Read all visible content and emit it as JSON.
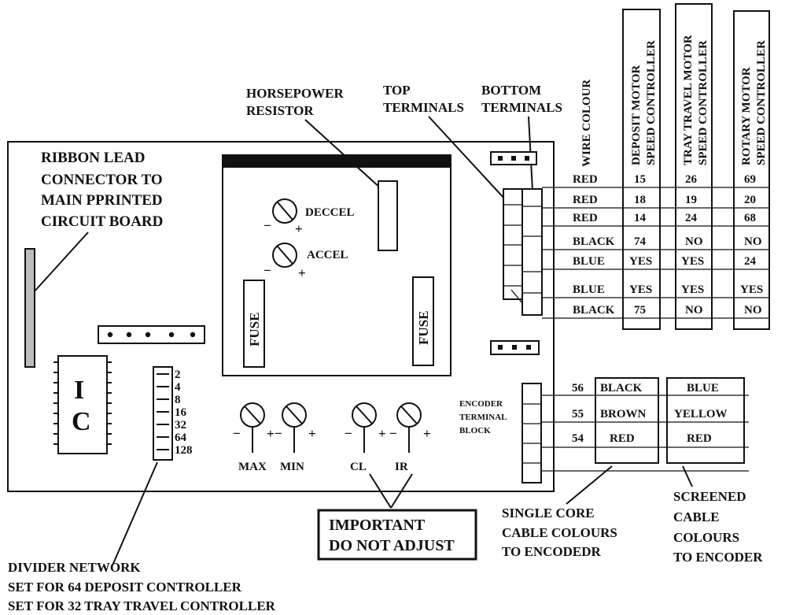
{
  "labels": {
    "ribbon": [
      "RIBBON LEAD",
      "CONNECTOR TO",
      "MAIN PPRINTED",
      "CIRCUIT BOARD"
    ],
    "horsepower": [
      "HORSEPOWER",
      "RESISTOR"
    ],
    "top_terminals": [
      "TOP",
      "TERMINALS"
    ],
    "bottom_terminals": [
      "BOTTOM",
      "TERMINALS"
    ],
    "wire_colour": "WIRE COLOUR",
    "deposit": [
      "DEPOSIT MOTOR",
      "SPEED CONTROLLER"
    ],
    "tray": [
      "TRAY TRAVEL MOTOR",
      "SPEED CONTROLLER"
    ],
    "rotary": [
      "ROTARY MOTOR",
      "SPEED CONTROLLER"
    ],
    "deccel": "DECCEL",
    "accel": "ACCEL",
    "fuse": "FUSE",
    "ic": [
      "I",
      "C"
    ],
    "divider_values": [
      "2",
      "4",
      "8",
      "16",
      "32",
      "64",
      "128"
    ],
    "pots": [
      "MAX",
      "MIN",
      "CL",
      "IR"
    ],
    "minus": "−",
    "plus": "+",
    "encoder_block": [
      "ENCODER",
      "TERMINAL",
      "BLOCK"
    ],
    "important": [
      "IMPORTANT",
      "DO NOT ADJUST"
    ],
    "single_core": [
      "SINGLE CORE",
      "CABLE COLOURS",
      "TO ENCODEDR"
    ],
    "screened": [
      "SCREENED",
      "CABLE",
      "COLOURS",
      "TO ENCODER"
    ],
    "divider_network": [
      "DIVIDER NETWORK",
      "SET FOR 64 DEPOSIT CONTROLLER",
      "SET FOR 32 TRAY TRAVEL CONTROLLER"
    ]
  },
  "wire_table": [
    {
      "colour": "RED",
      "deposit": "15",
      "tray": "26",
      "rotary": "69"
    },
    {
      "colour": "RED",
      "deposit": "18",
      "tray": "19",
      "rotary": "20"
    },
    {
      "colour": "RED",
      "deposit": "14",
      "tray": "24",
      "rotary": "68"
    },
    {
      "colour": "BLACK",
      "deposit": "74",
      "tray": "NO",
      "rotary": "NO"
    },
    {
      "colour": "BLUE",
      "deposit": "YES",
      "tray": "YES",
      "rotary": "24"
    },
    {
      "colour": "BLUE",
      "deposit": "YES",
      "tray": "YES",
      "rotary": "YES"
    },
    {
      "colour": "BLACK",
      "deposit": "75",
      "tray": "NO",
      "rotary": "NO"
    }
  ],
  "encoder_table": [
    {
      "num": "56",
      "single": "BLACK",
      "screened": "BLUE"
    },
    {
      "num": "55",
      "single": "BROWN",
      "screened": "YELLOW"
    },
    {
      "num": "54",
      "single": "RED",
      "screened": "RED"
    }
  ]
}
